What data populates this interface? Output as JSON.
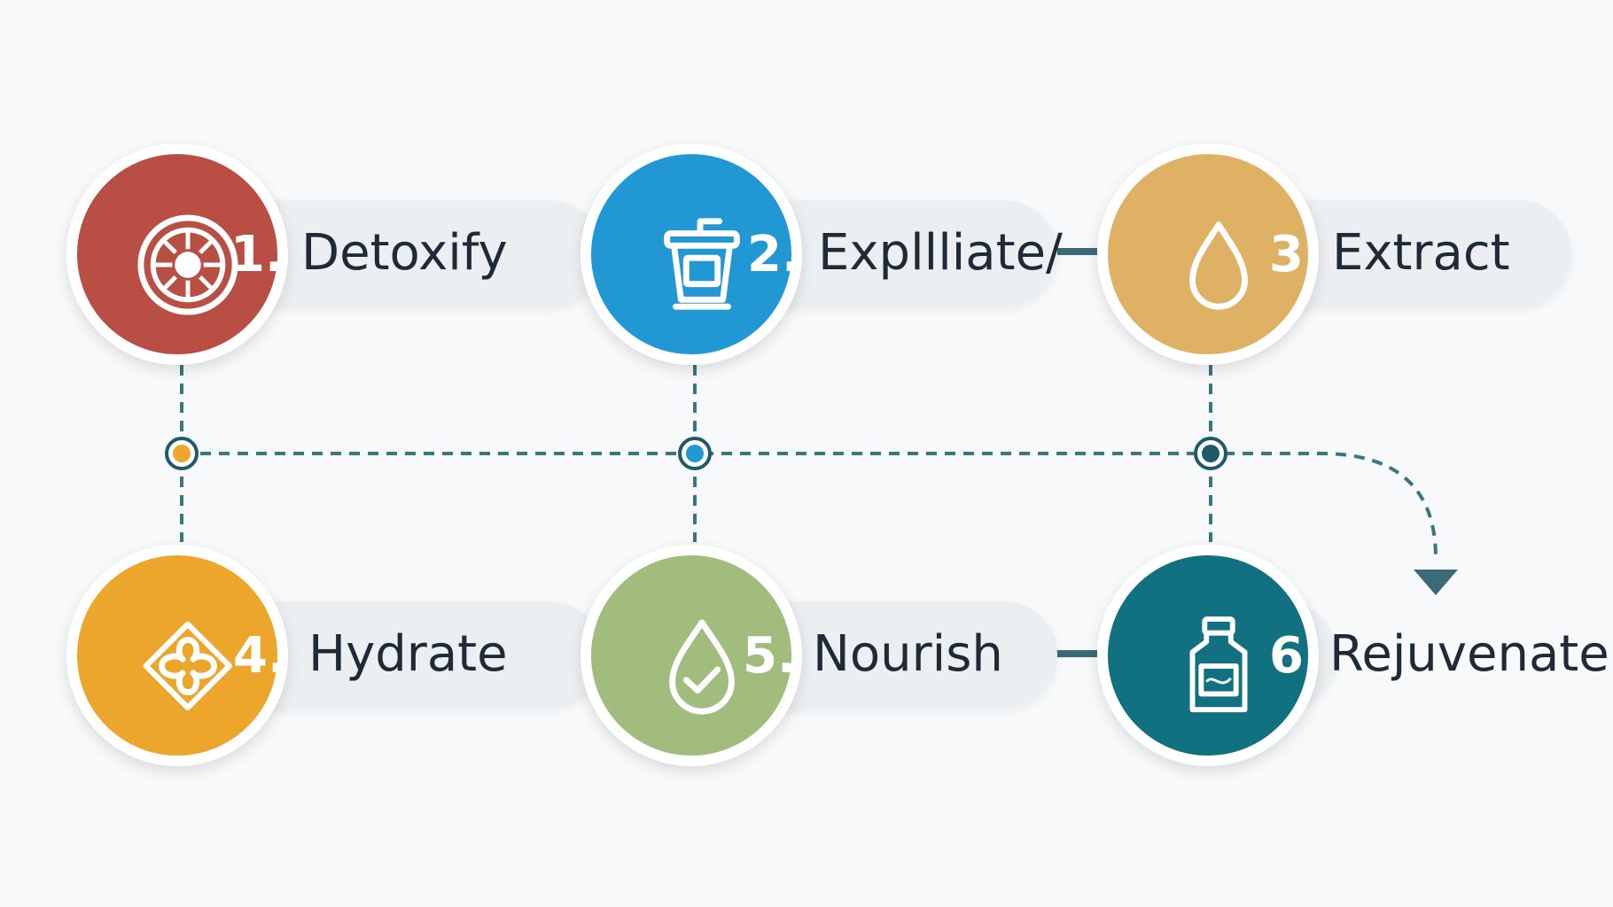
{
  "steps": [
    {
      "number": "1.",
      "label": "Detoxify",
      "color": "#b94f44",
      "icon": "sun-target-icon"
    },
    {
      "number": "2.",
      "label": "Expllliate/",
      "color": "#2198d3",
      "icon": "cup-icon"
    },
    {
      "number": "3.",
      "label": "Extract",
      "color": "#dfb165",
      "icon": "drop-icon"
    },
    {
      "number": "4.",
      "label": "Hydrate",
      "color": "#eba62b",
      "icon": "flower-icon"
    },
    {
      "number": "5.",
      "label": "Nourish",
      "color": "#a2bc7d",
      "icon": "drop-check-icon"
    },
    {
      "number": "6.",
      "label": "Rejuvenate",
      "color": "#117181",
      "icon": "bottle-icon"
    }
  ],
  "connector_colors": {
    "line": "#3d7382",
    "node_1": "#eba62b",
    "node_2": "#2198d3",
    "node_3": "#1d5b6a"
  }
}
